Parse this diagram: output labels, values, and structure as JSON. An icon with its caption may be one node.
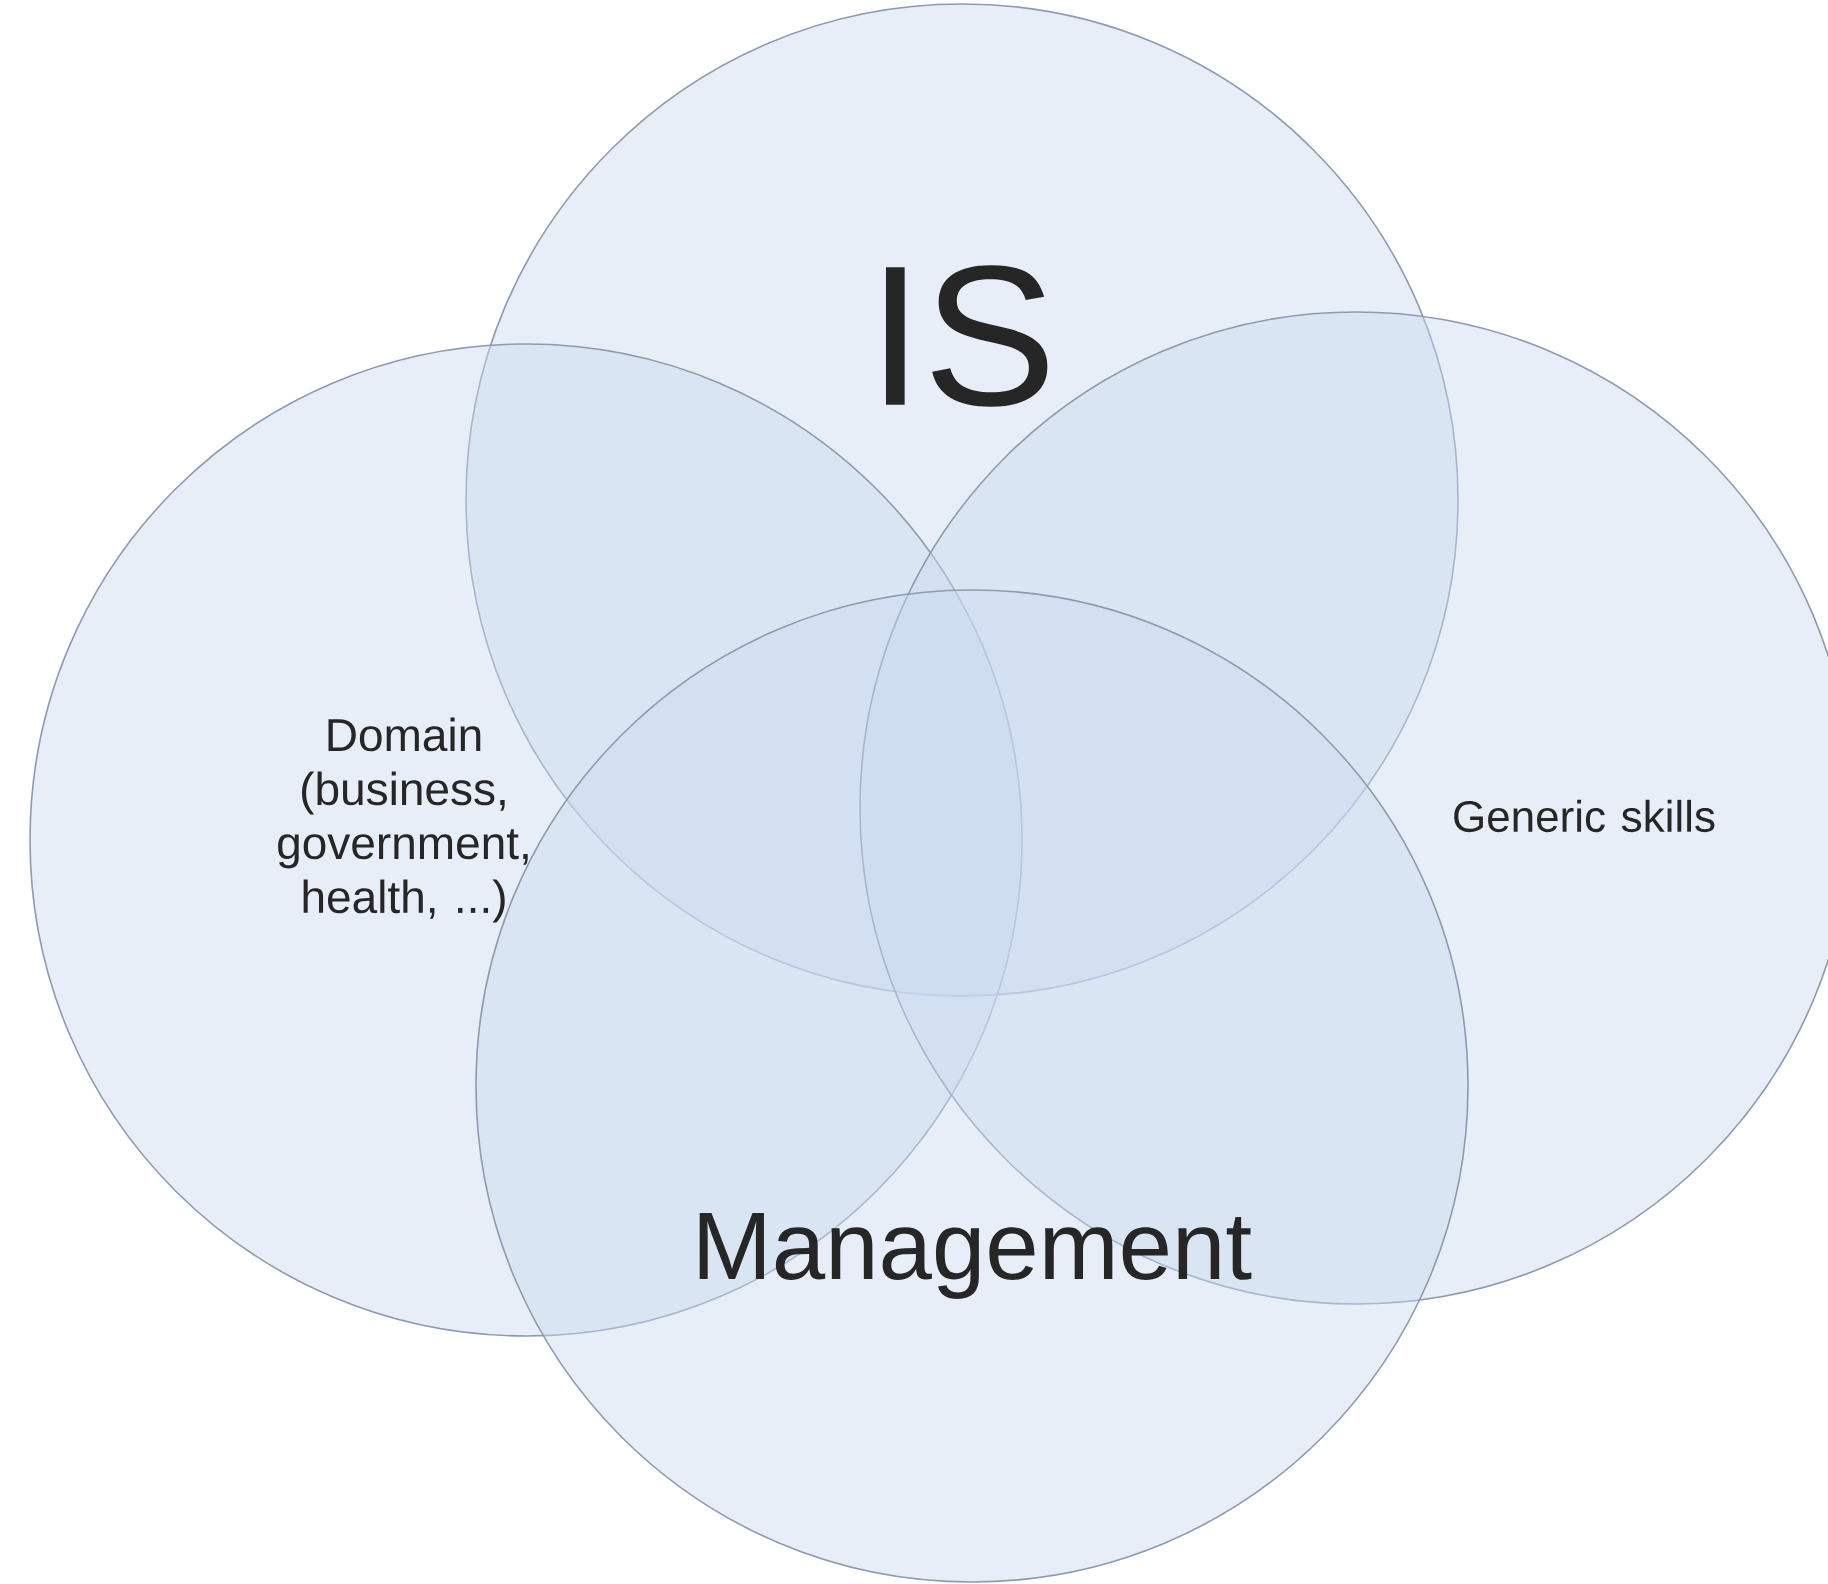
{
  "diagram": {
    "nodes": [
      {
        "text": [
          "IS"
        ]
      },
      {
        "text": [
          "Domain (business, government, health, ...)"
        ]
      },
      {
        "text": [
          "Generic skills"
        ]
      },
      {
        "text": [
          "Management"
        ]
      }
    ]
  }
}
